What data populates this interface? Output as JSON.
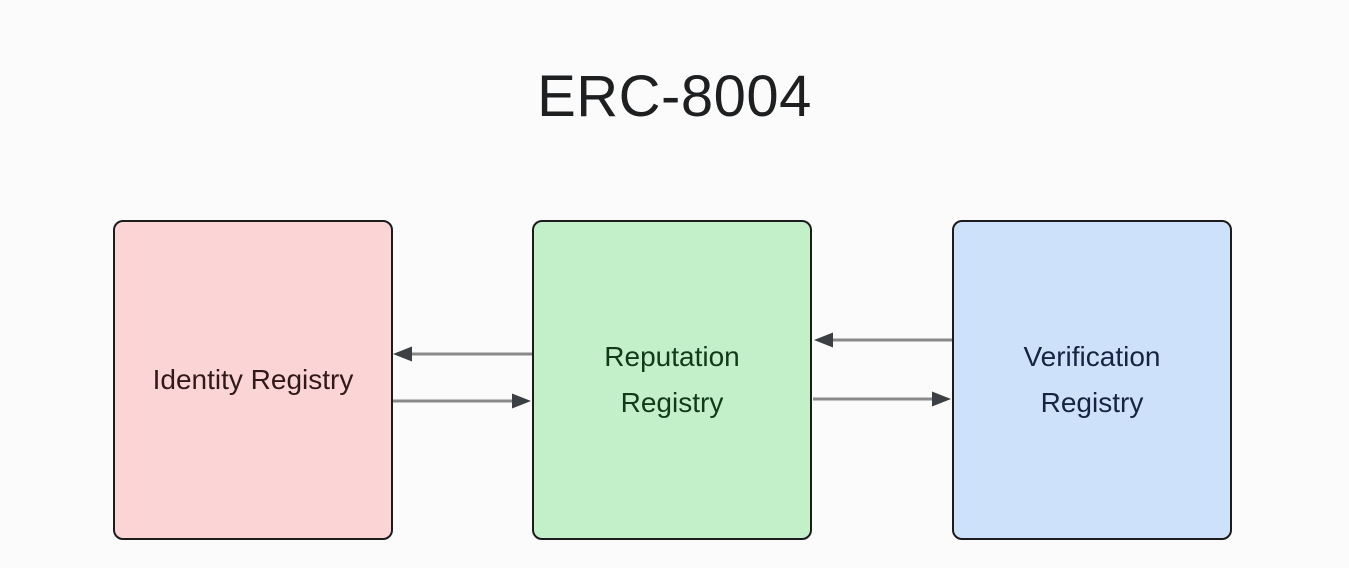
{
  "title": "ERC-8004",
  "diagram": {
    "background": "#fbfbfb",
    "title_color": "#1d1f21",
    "nodes": {
      "identity": {
        "label": "Identity Registry",
        "lines": [
          "Identity Registry"
        ],
        "fill": "#fbd5d5",
        "border": "#1c1c1c",
        "text_color": "#33181a"
      },
      "reputation": {
        "label": "Reputation Registry",
        "lines": [
          "Reputation",
          "Registry"
        ],
        "fill": "#c3f0c8",
        "border": "#1c1c1c",
        "text_color": "#123a1a"
      },
      "verification": {
        "label": "Verification Registry",
        "lines": [
          "Verification",
          "Registry"
        ],
        "fill": "#cee1fb",
        "border": "#1c1c1c",
        "text_color": "#162440"
      }
    },
    "edges": [
      {
        "from": "reputation",
        "to": "identity"
      },
      {
        "from": "identity",
        "to": "reputation"
      },
      {
        "from": "verification",
        "to": "reputation"
      },
      {
        "from": "reputation",
        "to": "verification"
      }
    ],
    "arrow_line_color": "#8a8a8a",
    "arrow_head_color": "#3c3f43"
  }
}
